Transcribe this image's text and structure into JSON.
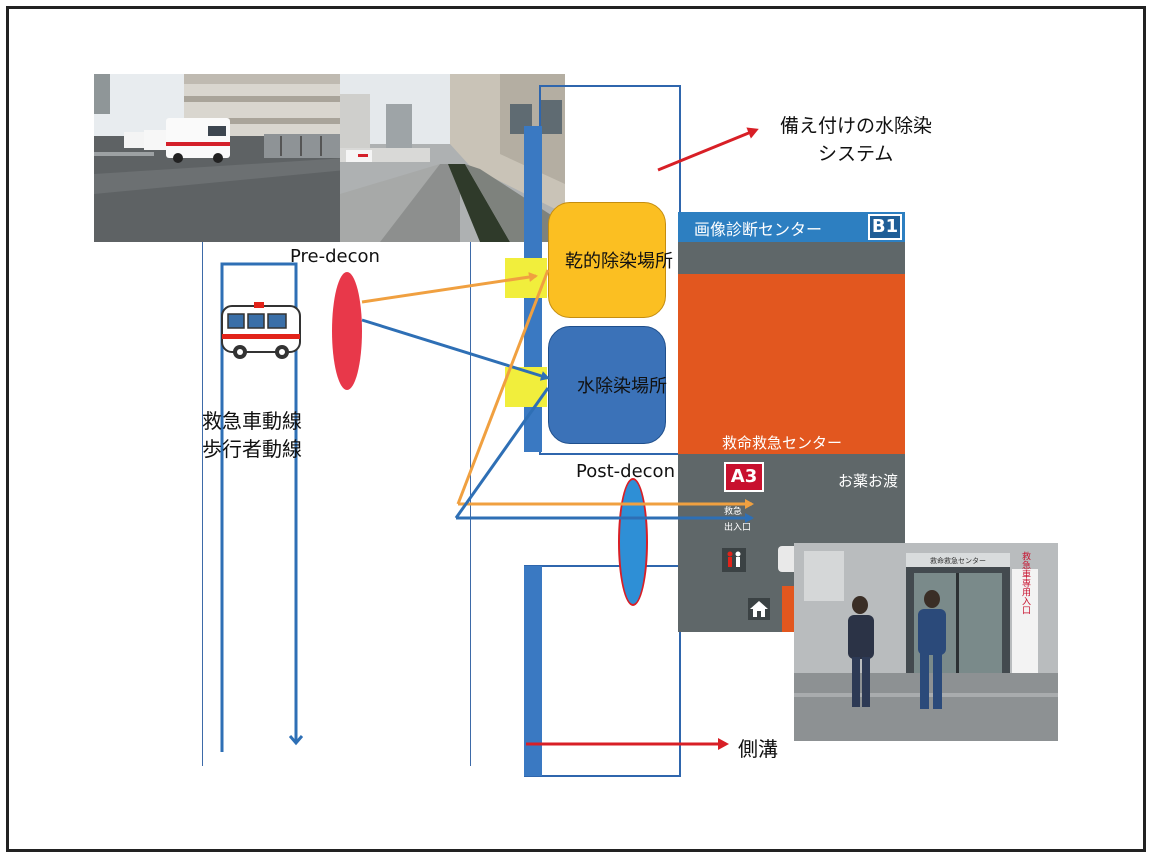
{
  "labels": {
    "pre_decon": "Pre-decon",
    "post_decon": "Post-decon",
    "dry_decon_area": "乾的除染場所",
    "water_decon_area": "水除染場所",
    "installed_system_line1": "備え付けの水除染",
    "installed_system_line2": "システム",
    "ambulance_route": "救急車動線",
    "pedestrian_route": "歩行者動線",
    "side_ditch": "側溝"
  },
  "floor_map": {
    "header_text": "画像診断センター",
    "badge_b1": "B1",
    "er_center": "救命救急センター",
    "badge_a3": "A3",
    "pharmacy_partial": "お薬お渡",
    "entrance_small_1": "救急",
    "entrance_small_2": "出入口"
  },
  "entrance_photo": {
    "sign_vertical": "救急車専用入口",
    "sign_top": "救命救急センター"
  },
  "colors": {
    "orange_arrow": "#f0a040",
    "blue_arrow": "#2e6fb5",
    "red_arrow": "#d81f26",
    "dry_box": "#fbbf22",
    "water_box": "#3b72b8",
    "pre_decon_ellipse": "#e8384a",
    "post_decon_ellipse": "#2e8fd6",
    "map_orange": "#e2571f",
    "map_blue": "#2d7fc1",
    "map_red": "#c8102e"
  }
}
